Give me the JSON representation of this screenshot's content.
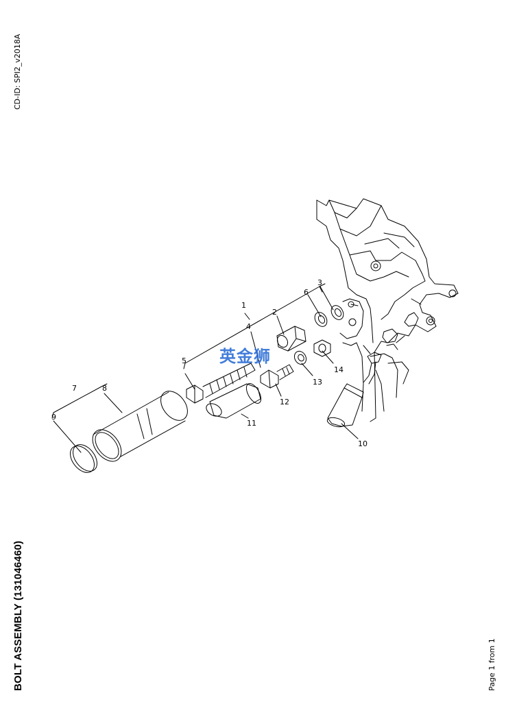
{
  "header": {
    "cd_id": "CD-ID: SPI2_v2018A"
  },
  "footer": {
    "title": "BOLT ASSEMBLY (131046460)",
    "page": "Page 1 from 1"
  },
  "watermark": {
    "text": "英金狮",
    "color": "#2f6fd6"
  },
  "callouts": [
    "1",
    "2",
    "3",
    "4",
    "5",
    "6",
    "7",
    "8",
    "9",
    "10",
    "11",
    "12",
    "13",
    "14"
  ]
}
